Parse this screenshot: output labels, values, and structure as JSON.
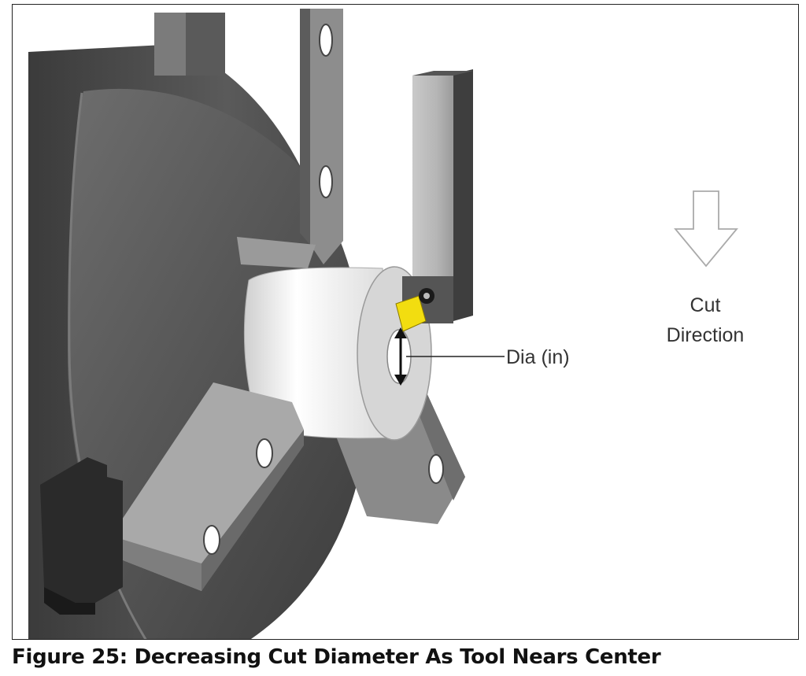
{
  "diagram": {
    "labels": {
      "cut_direction_line1": "Cut",
      "cut_direction_line2": "Direction",
      "diameter": "Dia (in)"
    },
    "caption": "Figure 25: Decreasing Cut Diameter As Tool Nears Center",
    "colors": {
      "insert": "#f2dd10",
      "chuck_dark": "#4a4a4a",
      "jaw": "#8a8a8a",
      "workpiece": "#ebebeb"
    }
  }
}
